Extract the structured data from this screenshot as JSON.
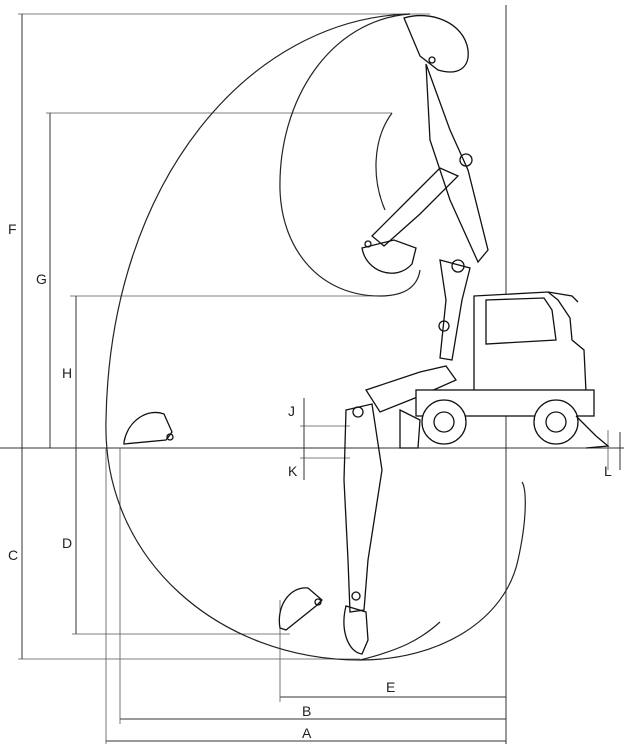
{
  "labels": {
    "A": "A",
    "B": "B",
    "C": "C",
    "D": "D",
    "E": "E",
    "F": "F",
    "G": "G",
    "H": "H",
    "J": "J",
    "K": "K",
    "L": "L"
  }
}
